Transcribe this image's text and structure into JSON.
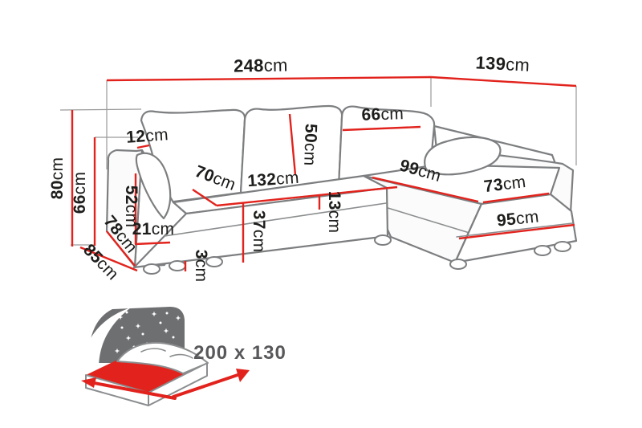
{
  "diagram": {
    "type": "corner-sofa-dimensions",
    "unit": "cm"
  },
  "colors": {
    "background": "#ffffff",
    "dimension_line": "#e2231d",
    "sofa_outline": "#7c7e80",
    "label_text": "#1d1d1b",
    "icon_gray": "#6e6f71",
    "badge_text": "#58585b"
  },
  "dims": {
    "width_total": {
      "num": "248",
      "unit": "cm"
    },
    "depth_total_right": {
      "num": "139",
      "unit": "cm"
    },
    "height_total": {
      "num": "80",
      "unit": "cm"
    },
    "height_armrest": {
      "num": "66",
      "unit": "cm"
    },
    "armrest_top_width": {
      "num": "12",
      "unit": "cm"
    },
    "back_cushion_height": {
      "num": "50",
      "unit": "cm"
    },
    "back_cushion_width": {
      "num": "66",
      "unit": "cm"
    },
    "seat_depth": {
      "num": "70",
      "unit": "cm"
    },
    "seat_width": {
      "num": "132",
      "unit": "cm"
    },
    "chaise_length": {
      "num": "99",
      "unit": "cm"
    },
    "chaise_width": {
      "num": "73",
      "unit": "cm"
    },
    "chaise_front_length": {
      "num": "95",
      "unit": "cm"
    },
    "cushion_thickness": {
      "num": "13",
      "unit": "cm"
    },
    "base_height": {
      "num": "37",
      "unit": "cm"
    },
    "leg_height": {
      "num": "3",
      "unit": "cm"
    },
    "armrest_front_width": {
      "num": "21",
      "unit": "cm"
    },
    "armrest_inner_height": {
      "num": "52",
      "unit": "cm"
    },
    "armrest_depth": {
      "num": "78",
      "unit": "cm"
    },
    "depth_total_left": {
      "num": "85",
      "unit": "cm"
    }
  },
  "sleeping_area": {
    "label": "200 x 130",
    "icon": "sleeping-function-bed-icon"
  }
}
